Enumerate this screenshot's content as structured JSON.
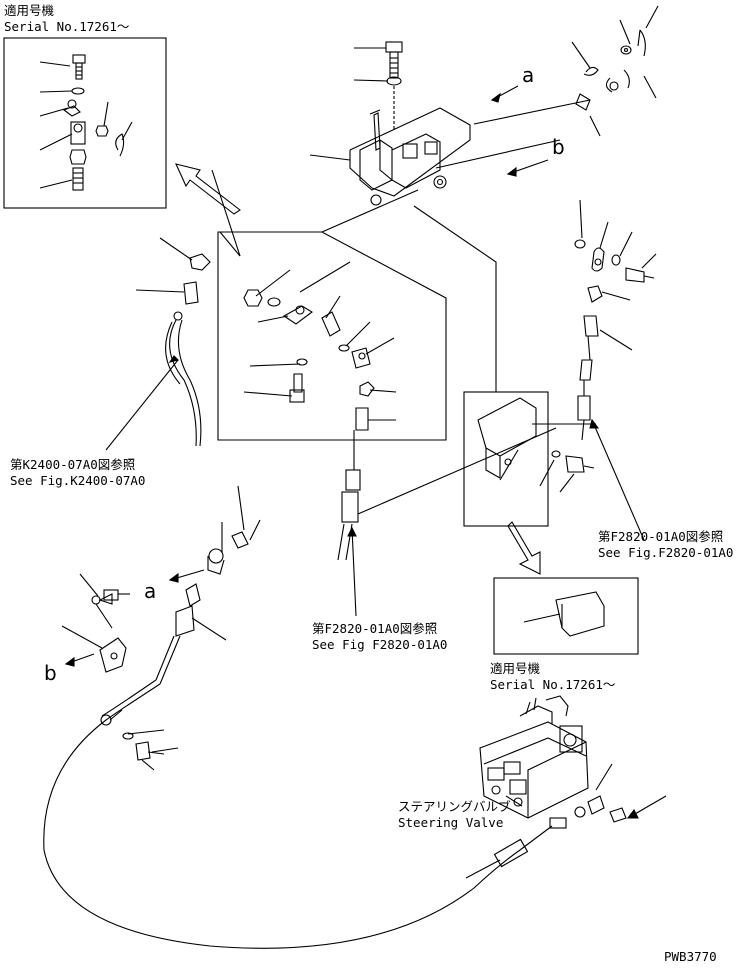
{
  "callouts": {
    "serial_top": {
      "jp": "適用号機",
      "en": "Serial No.17261〜"
    },
    "serial_bottom": {
      "jp": "適用号機",
      "en": "Serial No.17261〜"
    },
    "ref_k2400": {
      "jp": "第K2400-07A0図参照",
      "en": "See Fig.K2400-07A0"
    },
    "ref_f2820_right": {
      "jp": "第F2820-01A0図参照",
      "en": "See Fig.F2820-01A0"
    },
    "ref_f2820_center": {
      "jp": "第F2820-01A0図参照",
      "en": "See Fig F2820-01A0"
    },
    "steering_valve": {
      "jp": "ステアリングバルブ",
      "en": "Steering Valve"
    }
  },
  "markers": {
    "a_top": "a",
    "b_top": "b",
    "a_left": "a",
    "b_left": "b"
  },
  "drawing_code": "PWB3770"
}
